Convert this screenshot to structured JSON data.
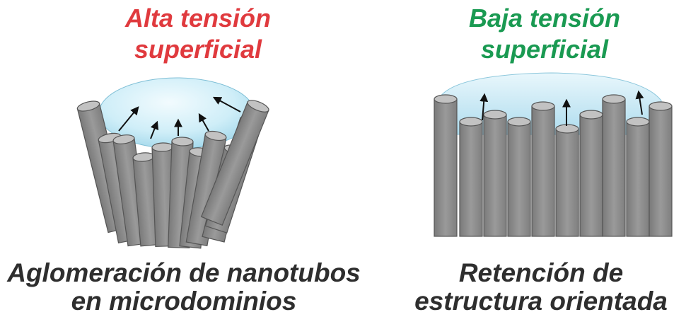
{
  "left_panel": {
    "title_line1": "Alta tensión",
    "title_line2": "superficial",
    "caption_line1": "Aglomeración de nanotubos",
    "caption_line2": "en microdominios"
  },
  "right_panel": {
    "title_line1": "Baja tensión",
    "title_line2": "superficial",
    "caption_line1": "Retención de",
    "caption_line2": "estructura orientada"
  },
  "colors": {
    "high_tension": "#e03a3e",
    "low_tension": "#1a9a52",
    "caption": "#2e2e2e",
    "tube_fill": "#8c8c8c",
    "tube_top": "#bdbdbd",
    "droplet": "#bfe6f3"
  }
}
